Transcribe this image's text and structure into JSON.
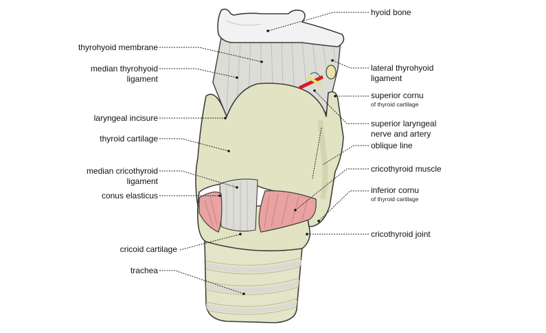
{
  "labels": {
    "hyoid_bone": "hyoid bone",
    "thyrohyoid_membrane": "thyrohyoid membrane",
    "median_thyrohyoid_ligament_1": "median thyrohyoid",
    "median_thyrohyoid_ligament_2": "ligament",
    "lateral_thyrohyoid_ligament_1": "lateral thyrohyoid",
    "lateral_thyrohyoid_ligament_2": "ligament",
    "superior_cornu": "superior cornu",
    "superior_cornu_sub": "of thyroid cartilage",
    "laryngeal_incisure": "laryngeal incisure",
    "superior_laryngeal_1": "superior laryngeal",
    "superior_laryngeal_2": "nerve and artery",
    "thyroid_cartilage": "thyroid cartilage",
    "oblique_line": "oblique line",
    "median_cricothyroid_1": "median cricothyroid",
    "median_cricothyroid_2": "ligament",
    "cricothyroid_muscle": "cricothyroid muscle",
    "conus_elasticus": "conus elasticus",
    "inferior_cornu": "inferior cornu",
    "inferior_cornu_sub": "of thyroid cartilage",
    "cricothyroid_joint": "cricothyroid joint",
    "cricoid_cartilage": "cricoid cartilage",
    "trachea": "trachea"
  },
  "colors": {
    "cartilage": "#e2e3c3",
    "cartilage_shade": "#c9cba4",
    "outline": "#3d3d3d",
    "ligament": "#dcddd6",
    "bone": "#f2f2f2",
    "muscle": "#e8a2a2",
    "artery": "#d21f1f",
    "nerve": "#e8e07a"
  }
}
